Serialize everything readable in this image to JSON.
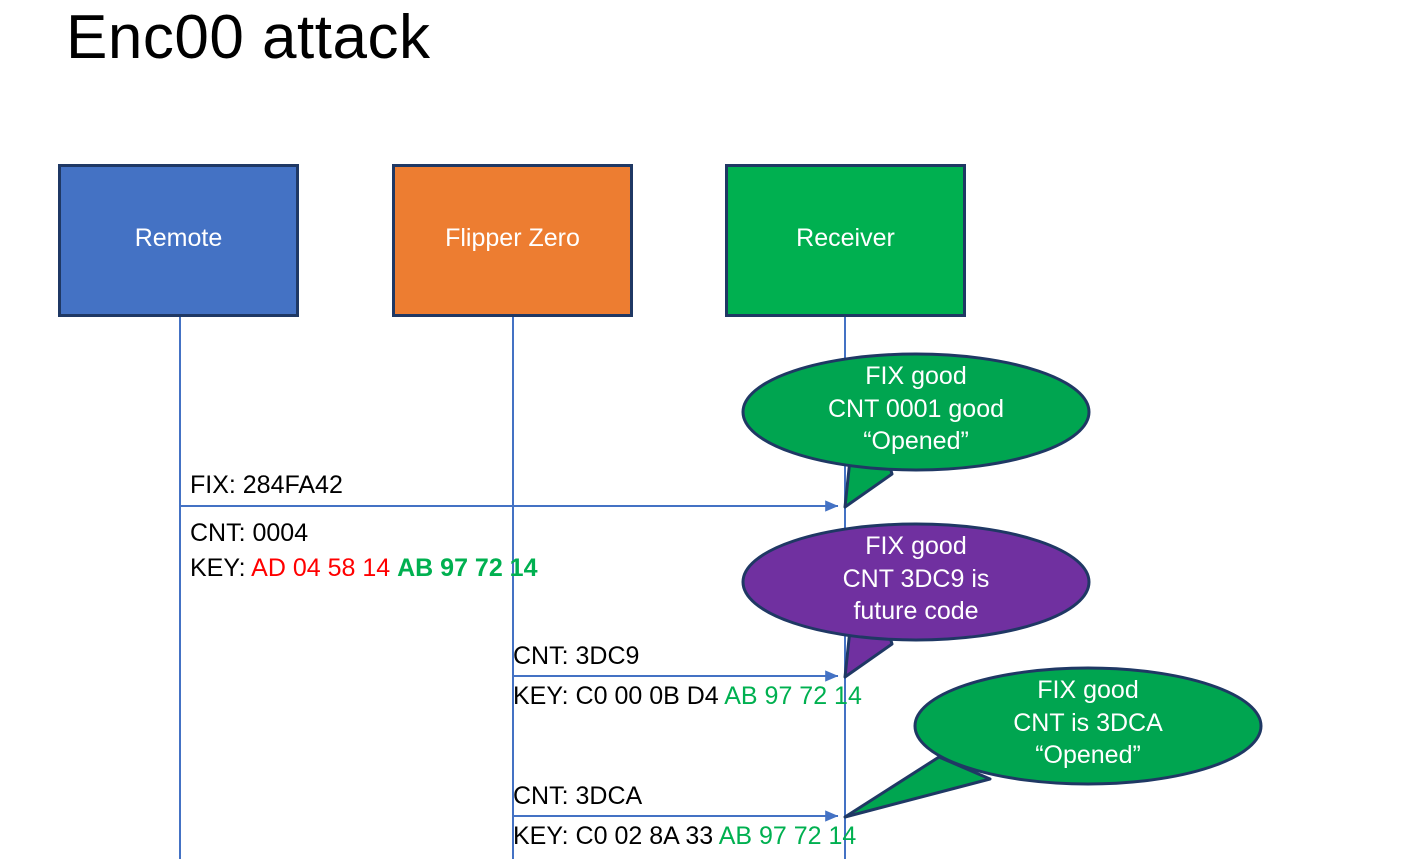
{
  "slide": {
    "title": "Enc00 attack",
    "background": "#FFFFFF"
  },
  "colors": {
    "remote": "#4472C4",
    "flipper": "#ED7D31",
    "receiver": "#00B050",
    "bubble_green": "#00A550",
    "bubble_purple": "#7030A0",
    "outline": "#1F3864",
    "lifeline": "#4472C4",
    "arrow": "#4472C4",
    "key_red": "#FF0000",
    "key_green": "#00B050",
    "text": "#000000"
  },
  "actors": [
    {
      "id": "remote",
      "label": "Remote",
      "fill": "#4472C4"
    },
    {
      "id": "flipper",
      "label": "Flipper Zero",
      "fill": "#ED7D31"
    },
    {
      "id": "receiver",
      "label": "Receiver",
      "fill": "#00B050"
    }
  ],
  "messages": [
    {
      "id": "msg-1",
      "from": "remote",
      "to": "receiver",
      "line1": {
        "text": "FIX: 284FA42"
      },
      "line2": {
        "text": "CNT: 0004"
      },
      "line3": {
        "prefix": "KEY: ",
        "part_red": "AD 04 58 14 ",
        "part_green": "AB 97 72 14"
      }
    },
    {
      "id": "msg-2",
      "from": "flipper",
      "to": "receiver",
      "line1": {
        "text": "CNT: 3DC9"
      },
      "line2": {
        "prefix": "KEY: C0 00 0B D4 ",
        "part_green": "AB 97 72 14"
      }
    },
    {
      "id": "msg-3",
      "from": "flipper",
      "to": "receiver",
      "line1": {
        "text": "CNT: 3DCA"
      },
      "line2": {
        "prefix": "KEY: C0 02 8A 33 ",
        "part_green": "AB 97 72 14"
      }
    }
  ],
  "callouts": [
    {
      "id": "callout-1",
      "color": "#00A550",
      "line1": "FIX good",
      "line2": "CNT 0001 good",
      "line3": "“Opened”"
    },
    {
      "id": "callout-2",
      "color": "#7030A0",
      "line1": "FIX good",
      "line2": "CNT 3DC9 is",
      "line3": "future code"
    },
    {
      "id": "callout-3",
      "color": "#00A550",
      "line1": "FIX good",
      "line2": "CNT is 3DCA",
      "line3": "“Opened”"
    }
  ]
}
